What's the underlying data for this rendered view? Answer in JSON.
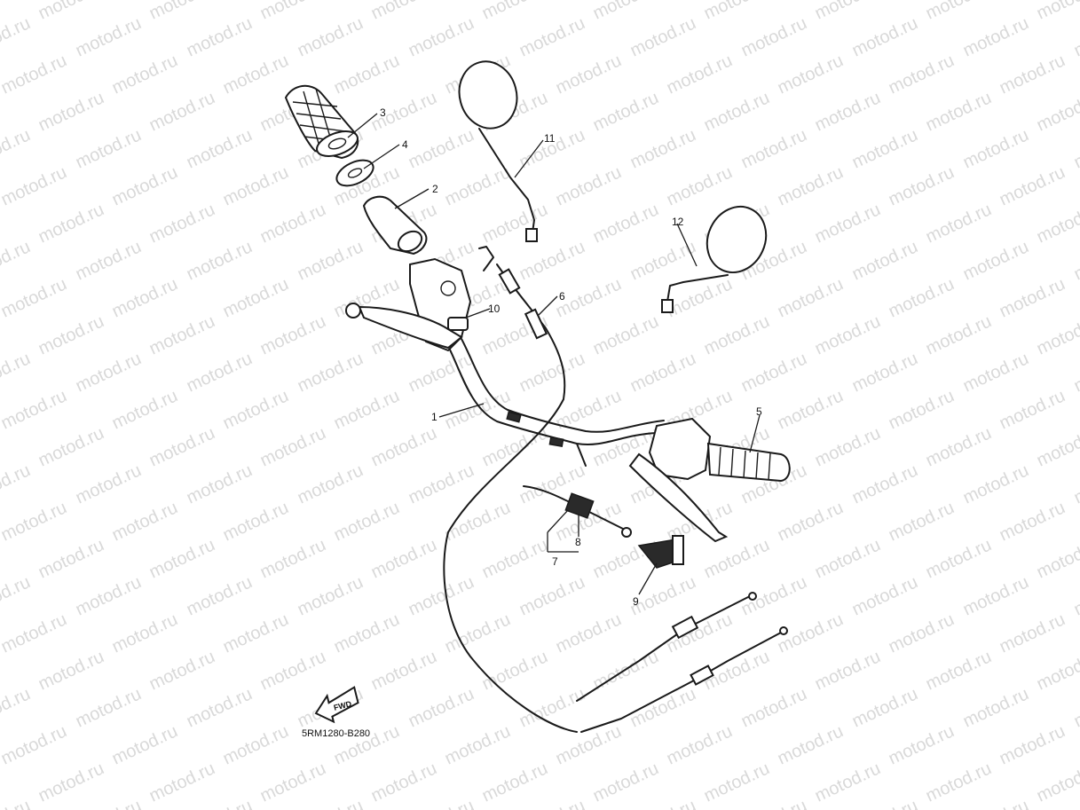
{
  "watermark": "motod.ru",
  "diagram_code": "5RM1280-B280",
  "fwd_label": "FWD",
  "callouts": {
    "c1": "1",
    "c2": "2",
    "c3": "3",
    "c4": "4",
    "c5": "5",
    "c6": "6",
    "c7": "7",
    "c8": "8",
    "c9": "9",
    "c10": "10",
    "c11": "11",
    "c12": "12"
  }
}
